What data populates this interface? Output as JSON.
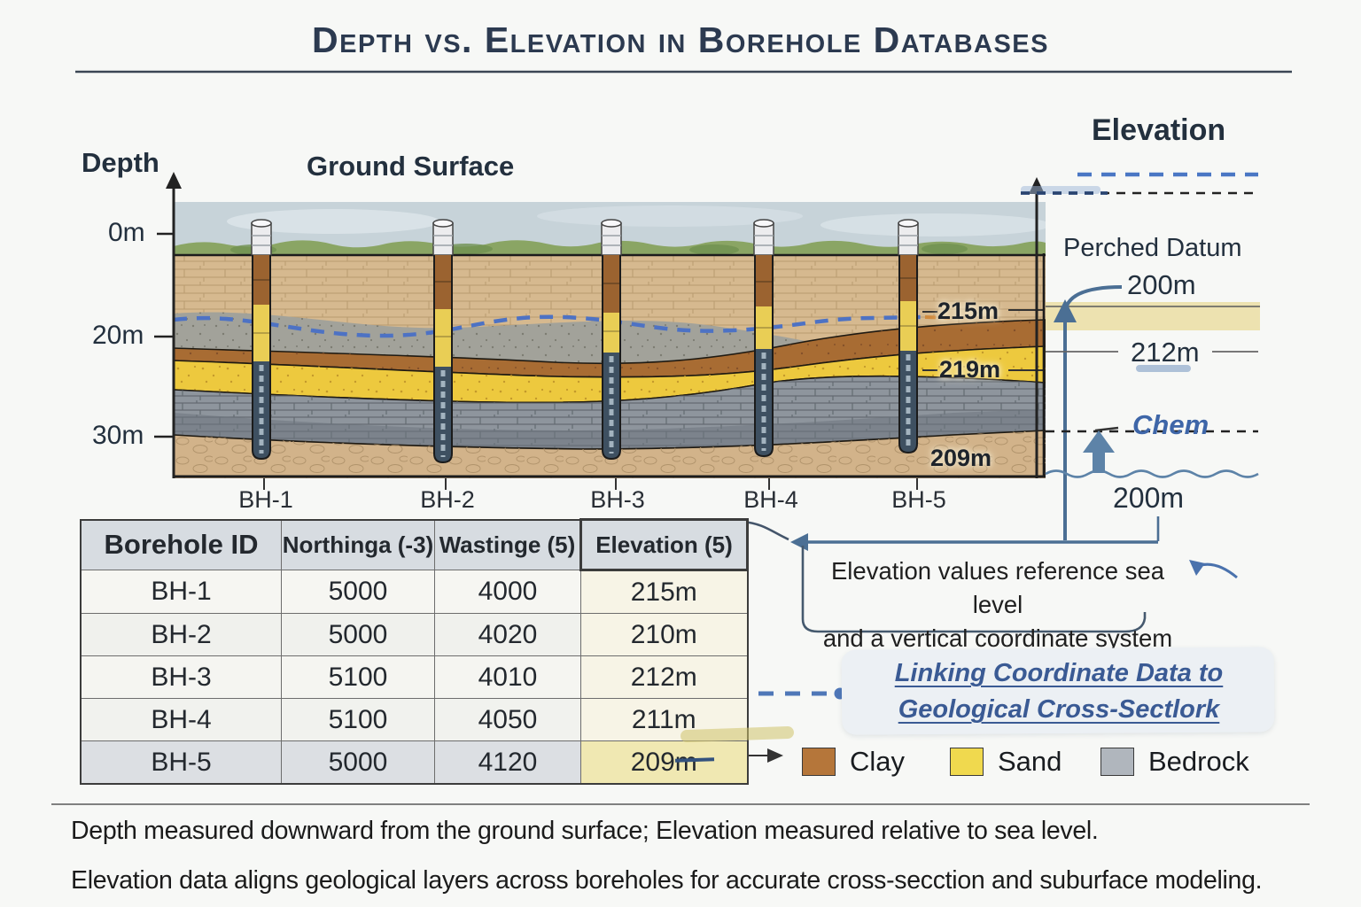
{
  "title": "Depth vs. Elevation in Borehole Databases",
  "section": {
    "depth_label": "Depth",
    "ground_surface_label": "Ground Surface",
    "ticks": [
      "0m",
      "20m",
      "30m"
    ],
    "borehole_labels": [
      "BH-1",
      "BH-2",
      "BH-3",
      "BH-4",
      "BH-5"
    ],
    "layer_labels": {
      "l215": "215m",
      "l219": "219m",
      "l209": "209m"
    }
  },
  "elevation_panel": {
    "title": "Elevation",
    "perched_datum": "Perched Datum",
    "perched_value": "200m",
    "mid_value": "212m",
    "chem_label": "Chem",
    "sea_level_value": "200m"
  },
  "table": {
    "headers": [
      "Borehole ID",
      "Northinga (-3)",
      "Wastinge (5)",
      "Elevation (5)"
    ],
    "rows": [
      [
        "BH-1",
        "5000",
        "4000",
        "215m"
      ],
      [
        "BH-2",
        "5000",
        "4020",
        "210m"
      ],
      [
        "BH-3",
        "5100",
        "4010",
        "212m"
      ],
      [
        "BH-4",
        "5100",
        "4050",
        "211m"
      ],
      [
        "BH-5",
        "5000",
        "4120",
        "209m"
      ]
    ]
  },
  "annotations": {
    "note1_line1": "Elevation values reference sea level",
    "note1_line2": "and a vertical coordinate system",
    "linking_line1": "Linking Coordinate Data to",
    "linking_line2": "Geological Cross-Sectlork"
  },
  "legend": {
    "items": [
      {
        "label": "Clay",
        "color": "#b5763a"
      },
      {
        "label": "Sand",
        "color": "#f0d94e"
      },
      {
        "label": "Bedrock",
        "color": "#b0b6bd"
      }
    ]
  },
  "footer": {
    "line1": "Depth measured downward from the ground surface; Elevation measured relative to sea level.",
    "line2": "Elevation data aligns geological layers across boreholes for accurate cross-secction and suburface modeling."
  },
  "colors": {
    "title_navy": "#2c3a50",
    "water_table_blue": "#4d72c4",
    "arrow_blue": "#5d83a8",
    "link_blue": "#3a5a94",
    "clay": "#a86c33",
    "sand": "#edc93e",
    "bedrock": "#8e959d",
    "topsoil": "#d6b98f",
    "highlight_yellow": "#f0e8b2"
  }
}
